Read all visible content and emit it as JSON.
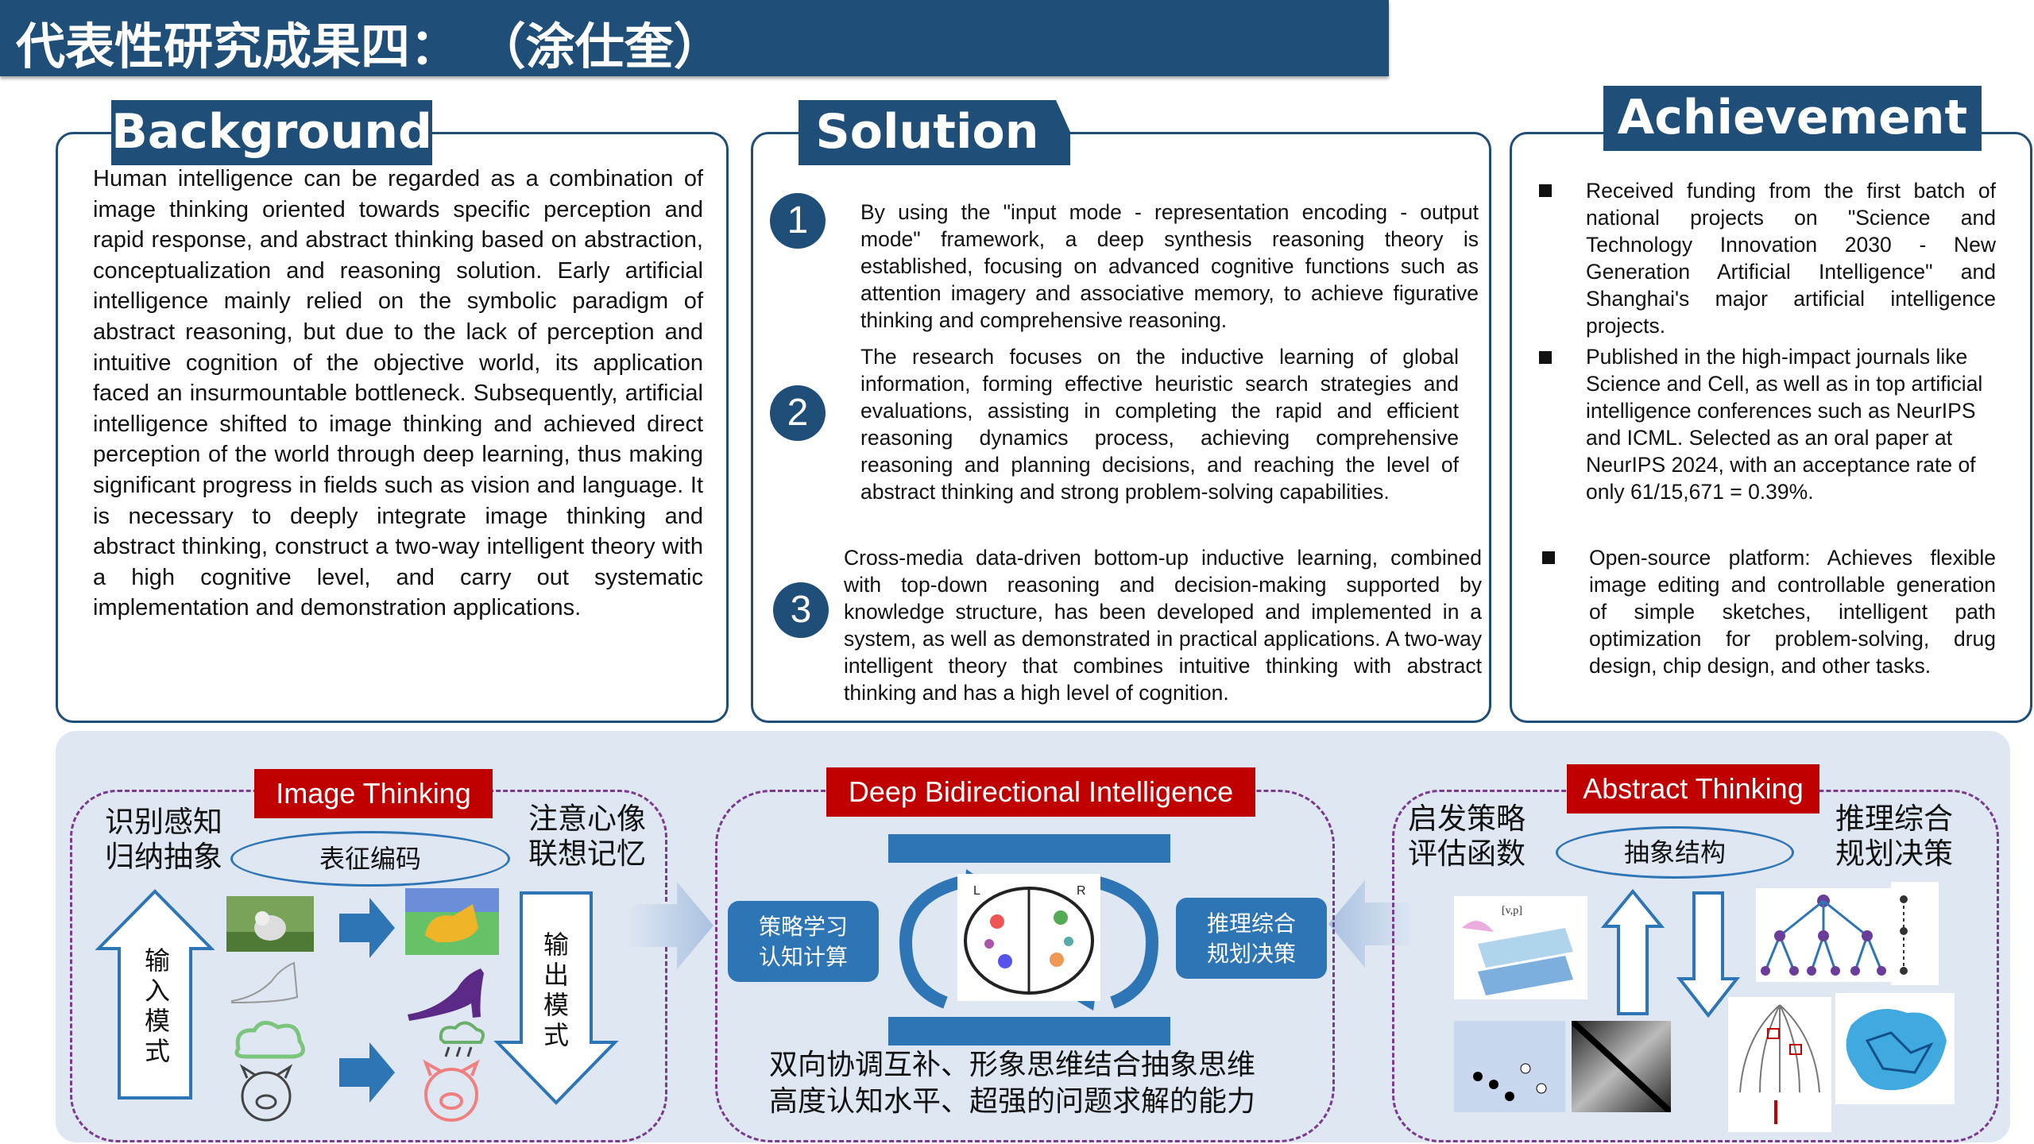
{
  "title": "代表性研究成果四： （涂仕奎）",
  "background": {
    "heading": "Background",
    "text": "Human intelligence can be regarded as a combination of image thinking oriented towards specific perception and rapid response, and abstract thinking based on abstraction, conceptualization and reasoning solution. Early artificial intelligence mainly relied on the symbolic paradigm of abstract reasoning, but due to the lack of perception and intuitive cognition of the objective world, its application faced an insurmountable bottleneck. Subsequently, artificial intelligence shifted to image thinking and achieved direct perception of the world through deep learning, thus making significant progress in fields such as vision and language. It is necessary to deeply integrate image thinking and abstract thinking, construct a two-way intelligent theory with a high cognitive level, and carry out systematic implementation and demonstration applications."
  },
  "solution": {
    "heading": "Solution",
    "items": [
      {
        "num": "1",
        "text": "By using the \"input mode - representation encoding - output mode\" framework, a deep synthesis reasoning theory is established, focusing on advanced cognitive functions such as attention imagery and associative memory, to achieve figurative thinking and comprehensive reasoning."
      },
      {
        "num": "2",
        "text": "The research focuses on the inductive learning of global information, forming effective heuristic search strategies and evaluations, assisting in completing the rapid and efficient reasoning dynamics process, achieving comprehensive reasoning and planning decisions, and reaching the level of abstract thinking and strong problem-solving capabilities."
      },
      {
        "num": "3",
        "text": "Cross-media data-driven bottom-up inductive learning, combined with top-down reasoning and decision-making supported by knowledge structure, has been developed and implemented in a system, as well as demonstrated in practical applications. A two-way intelligent theory that combines intuitive thinking with abstract thinking and has a high level of cognition."
      }
    ]
  },
  "achievement": {
    "heading": "Achievement",
    "items": [
      "Received funding from the first batch of national projects on \"Science and Technology Innovation 2030 - New Generation Artificial Intelligence\" and Shanghai's major artificial intelligence projects.",
      "Published in the high-impact journals like Science and Cell, as well as in top artificial intelligence conferences such as NeurIPS and ICML. Selected as an oral paper at NeurIPS 2024, with an acceptance rate of only 61/15,671 = 0.39%.",
      "Open-source platform: Achieves flexible image editing and controllable generation of simple sketches, intelligent path optimization for problem-solving, drug design, chip design, and other tasks."
    ]
  },
  "diagram": {
    "image_thinking": {
      "label": "Image Thinking",
      "left_top": [
        "识别感知",
        "归纳抽象"
      ],
      "right_top": [
        "注意心像",
        "联想记忆"
      ],
      "oval": "表征编码",
      "input_mode": "输入模式",
      "output_mode": "输出模式"
    },
    "deep": {
      "label": "Deep Bidirectional Intelligence",
      "left_box": [
        "策略学习",
        "认知计算"
      ],
      "right_box": [
        "推理综合",
        "规划决策"
      ],
      "caption": [
        "双向协调互补、形象思维结合抽象思维",
        "高度认知水平、超强的问题求解的能力"
      ]
    },
    "abstract_thinking": {
      "label": "Abstract Thinking",
      "left_top": [
        "启发策略",
        "评估函数"
      ],
      "right_top": [
        "推理综合",
        "规划决策"
      ],
      "oval": "抽象结构"
    }
  },
  "colors": {
    "navy": "#1f4e79",
    "red": "#c00000",
    "blue": "#2e75b6",
    "purple": "#7a3b8f"
  }
}
